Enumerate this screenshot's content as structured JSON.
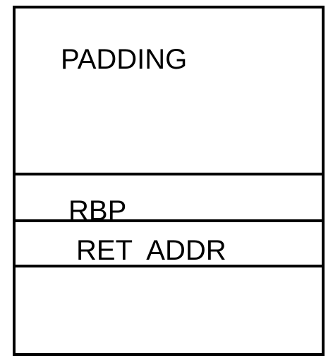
{
  "diagram": {
    "segments": [
      {
        "label": "PADDING"
      },
      {
        "label": "RBP"
      },
      {
        "label": "RET  ADDR"
      },
      {
        "label": ""
      }
    ]
  }
}
